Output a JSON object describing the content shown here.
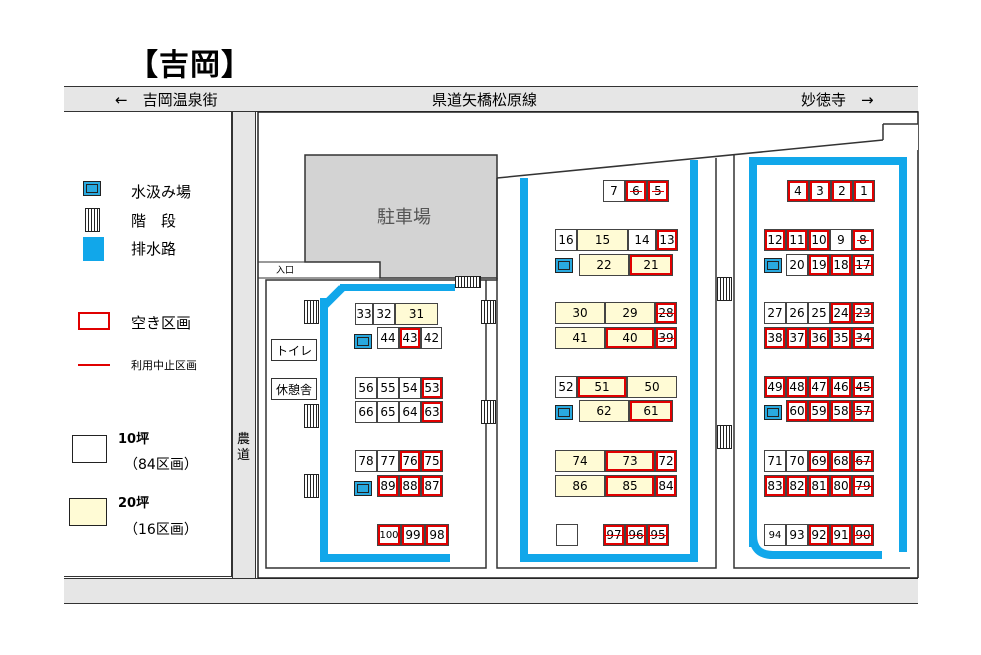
{
  "title": "【吉岡】",
  "roads": {
    "top_left": "←　吉岡温泉街",
    "top_center": "県道矢橋松原線",
    "top_right": "妙徳寺　→",
    "side_road": "農道"
  },
  "facilities": {
    "parking": "駐車場",
    "entrance": "入口",
    "toilet": "トイレ",
    "rest_house": "休憩舎"
  },
  "legend": {
    "water": "水汲み場",
    "stairs": "階　段",
    "drain": "排水路",
    "vacant": "空き区画",
    "suspended": "利用中止区画",
    "small_size": "10坪",
    "small_count": "（84区画）",
    "large_size": "20坪",
    "large_count": "（16区画）"
  },
  "colors": {
    "drain": "#11a7ea",
    "large_plot": "#fffbd5",
    "vacant_border": "#e00000",
    "road": "#e6e6e6"
  },
  "plots": {
    "block1": {
      "r1": [
        {
          "n": "33"
        },
        {
          "n": "32"
        },
        {
          "n": "31",
          "big": true
        }
      ],
      "r2": [
        {
          "n": "44"
        },
        {
          "n": "43",
          "vac": true
        },
        {
          "n": "42"
        }
      ],
      "r3": [
        {
          "n": "56"
        },
        {
          "n": "55"
        },
        {
          "n": "54"
        },
        {
          "n": "53",
          "vac": true
        }
      ],
      "r4": [
        {
          "n": "66"
        },
        {
          "n": "65"
        },
        {
          "n": "64"
        },
        {
          "n": "63",
          "vac": true
        }
      ],
      "r5": [
        {
          "n": "78"
        },
        {
          "n": "77"
        },
        {
          "n": "76",
          "vac": true
        },
        {
          "n": "75",
          "vac": true
        }
      ],
      "r6": [
        {
          "n": "89",
          "vac": true
        },
        {
          "n": "88",
          "vac": true
        },
        {
          "n": "87",
          "vac": true
        }
      ],
      "r7": [
        {
          "n": "100",
          "vac": true
        },
        {
          "n": "99",
          "vac": true
        },
        {
          "n": "98",
          "vac": true
        }
      ]
    },
    "block2": {
      "r1": [
        {
          "n": "7"
        },
        {
          "n": "6",
          "sus": true
        },
        {
          "n": "5",
          "sus": true
        }
      ],
      "r2": [
        {
          "n": "16"
        },
        {
          "n": "15",
          "big": true
        },
        {
          "n": "14"
        },
        {
          "n": "13",
          "vac": true
        }
      ],
      "r3": [
        {
          "n": "22",
          "big": true
        },
        {
          "n": "21",
          "big": true,
          "vac": true
        }
      ],
      "r4": [
        {
          "n": "30",
          "big": true
        },
        {
          "n": "29",
          "big": true
        },
        {
          "n": "28",
          "sus": true
        }
      ],
      "r5": [
        {
          "n": "41",
          "big": true
        },
        {
          "n": "40",
          "big": true,
          "vac": true
        },
        {
          "n": "39",
          "sus": true
        }
      ],
      "r6": [
        {
          "n": "52"
        },
        {
          "n": "51",
          "big": true,
          "vac": true
        },
        {
          "n": "50",
          "big": true
        }
      ],
      "r7": [
        {
          "n": "62",
          "big": true
        },
        {
          "n": "61",
          "big": true,
          "vac": true
        }
      ],
      "r8": [
        {
          "n": "74",
          "big": true
        },
        {
          "n": "73",
          "big": true,
          "vac": true
        },
        {
          "n": "72",
          "vac": true
        }
      ],
      "r9": [
        {
          "n": "86",
          "big": true
        },
        {
          "n": "85",
          "big": true,
          "vac": true
        },
        {
          "n": "84",
          "vac": true
        }
      ],
      "r10": [
        {
          "n": "97",
          "sus": true
        },
        {
          "n": "96",
          "sus": true
        },
        {
          "n": "95",
          "sus": true
        }
      ]
    },
    "block3": {
      "r1": [
        {
          "n": "4",
          "vac": true
        },
        {
          "n": "3",
          "vac": true
        },
        {
          "n": "2",
          "vac": true
        },
        {
          "n": "1",
          "vac": true
        }
      ],
      "r2": [
        {
          "n": "12",
          "vac": true
        },
        {
          "n": "11",
          "vac": true
        },
        {
          "n": "10",
          "vac": true
        },
        {
          "n": "9"
        },
        {
          "n": "8",
          "sus": true
        }
      ],
      "r3": [
        {
          "n": "20"
        },
        {
          "n": "19",
          "vac": true
        },
        {
          "n": "18",
          "vac": true
        },
        {
          "n": "17",
          "sus": true
        }
      ],
      "r4": [
        {
          "n": "27"
        },
        {
          "n": "26"
        },
        {
          "n": "25"
        },
        {
          "n": "24",
          "vac": true
        },
        {
          "n": "23",
          "sus": true
        }
      ],
      "r5": [
        {
          "n": "38",
          "vac": true
        },
        {
          "n": "37",
          "vac": true
        },
        {
          "n": "36",
          "vac": true
        },
        {
          "n": "35",
          "vac": true
        },
        {
          "n": "34",
          "sus": true
        }
      ],
      "r6": [
        {
          "n": "49",
          "vac": true
        },
        {
          "n": "48",
          "vac": true
        },
        {
          "n": "47",
          "vac": true
        },
        {
          "n": "46",
          "vac": true
        },
        {
          "n": "45",
          "sus": true
        }
      ],
      "r7": [
        {
          "n": "60",
          "vac": true
        },
        {
          "n": "59",
          "vac": true
        },
        {
          "n": "58",
          "vac": true
        },
        {
          "n": "57",
          "sus": true
        }
      ],
      "r8": [
        {
          "n": "71"
        },
        {
          "n": "70"
        },
        {
          "n": "69",
          "vac": true
        },
        {
          "n": "68",
          "vac": true
        },
        {
          "n": "67",
          "sus": true
        }
      ],
      "r9": [
        {
          "n": "83",
          "vac": true
        },
        {
          "n": "82",
          "vac": true
        },
        {
          "n": "81",
          "vac": true
        },
        {
          "n": "80",
          "vac": true
        },
        {
          "n": "79",
          "sus": true
        }
      ],
      "r10": [
        {
          "n": "94"
        },
        {
          "n": "93"
        },
        {
          "n": "92",
          "vac": true
        },
        {
          "n": "91",
          "vac": true
        },
        {
          "n": "90",
          "sus": true
        }
      ]
    }
  }
}
